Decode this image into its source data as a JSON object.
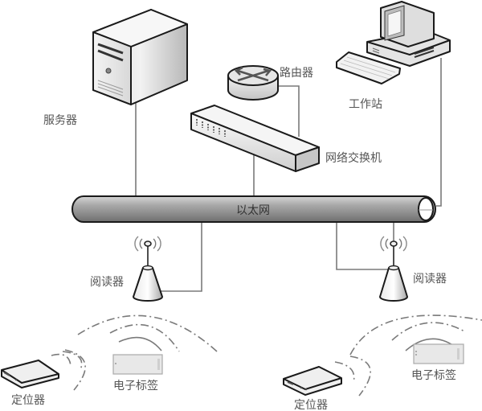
{
  "diagram": {
    "title": "RFID 定位系统网络拓扑",
    "nodes": {
      "server": {
        "label": "服务器",
        "icon": "server-tower-icon"
      },
      "router": {
        "label": "路由器",
        "icon": "router-icon"
      },
      "switch": {
        "label": "网络交换机",
        "icon": "network-switch-icon"
      },
      "workstation": {
        "label": "工作站",
        "icon": "desktop-computer-icon"
      },
      "ethernet": {
        "label": "以太网",
        "icon": "ethernet-bus-pipe-icon"
      },
      "reader_left": {
        "label": "阅读器",
        "icon": "rfid-reader-antenna-icon"
      },
      "reader_right": {
        "label": "阅读器",
        "icon": "rfid-reader-antenna-icon"
      },
      "locator_left": {
        "label": "定位器",
        "icon": "locator-device-icon"
      },
      "locator_right": {
        "label": "定位器",
        "icon": "locator-device-icon"
      },
      "tag_left": {
        "label": "电子标签",
        "icon": "rfid-tag-icon"
      },
      "tag_right": {
        "label": "电子标签",
        "icon": "rfid-tag-icon"
      }
    },
    "edges": [
      {
        "from": "server",
        "to": "ethernet",
        "type": "wired"
      },
      {
        "from": "router",
        "to": "switch",
        "type": "wired"
      },
      {
        "from": "switch",
        "to": "ethernet",
        "type": "wired"
      },
      {
        "from": "workstation",
        "to": "ethernet",
        "type": "wired"
      },
      {
        "from": "reader_left",
        "to": "ethernet",
        "type": "wired"
      },
      {
        "from": "reader_right",
        "to": "ethernet",
        "type": "wired"
      },
      {
        "from": "reader_left",
        "to": "tag_left",
        "type": "wireless"
      },
      {
        "from": "reader_right",
        "to": "tag_right",
        "type": "wireless"
      },
      {
        "from": "locator_left",
        "to": "tag_left",
        "type": "wireless"
      },
      {
        "from": "locator_right",
        "to": "tag_right",
        "type": "wireless"
      }
    ]
  }
}
